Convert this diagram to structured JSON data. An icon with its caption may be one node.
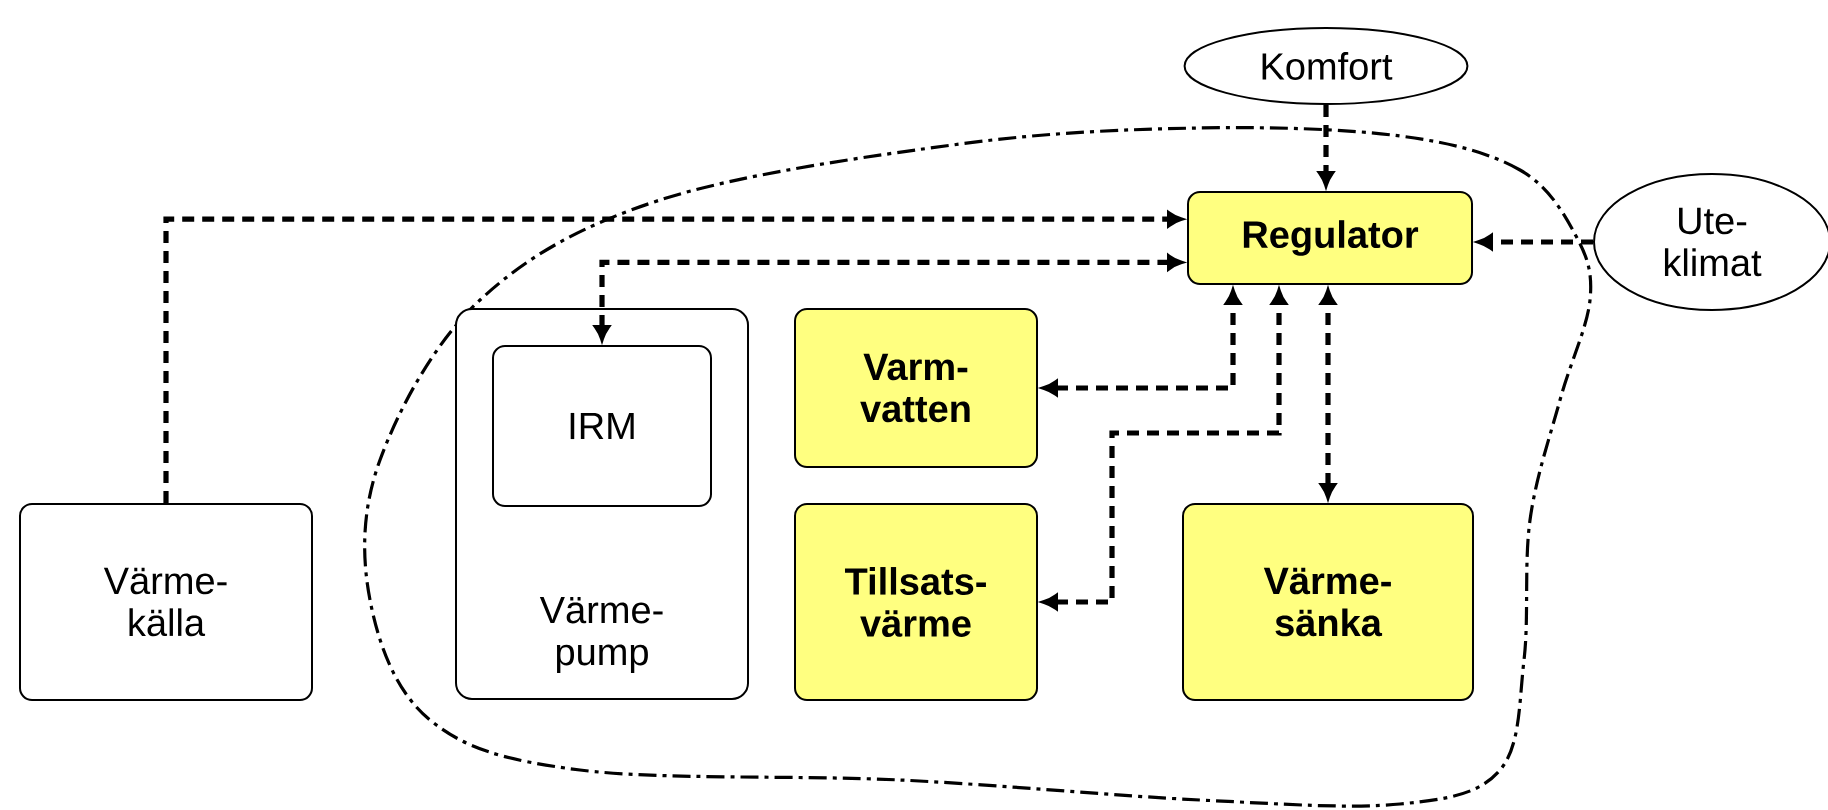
{
  "diagram": {
    "nodes": [
      {
        "text": [
          "Komfort"
        ]
      },
      {
        "text": [
          "Ute- klimat"
        ]
      },
      {
        "text": [
          "Regulator"
        ]
      },
      {
        "text": [
          "Värme- källa"
        ]
      },
      {
        "text": [
          "Värme- pump"
        ]
      },
      {
        "text": [
          "IRM"
        ],
        "in": 4
      },
      {
        "text": [
          "Varm- vatten"
        ]
      },
      {
        "text": [
          "Tillsats- värme"
        ]
      },
      {
        "text": [
          "Värme- sänka"
        ]
      }
    ],
    "edges": [
      {
        "from": 0,
        "to": 2,
        "arrow": "to"
      },
      {
        "from": 3,
        "to": 2,
        "arrow": "to"
      },
      {
        "from": 5,
        "to": 2,
        "arrow": "both"
      },
      {
        "from": 6,
        "to": 2,
        "arrow": "both"
      },
      {
        "from": 7,
        "to": 2,
        "arrow": "both"
      },
      {
        "from": 8,
        "to": 2,
        "arrow": "both"
      },
      {
        "from": 1,
        "to": 2,
        "arrow": "to"
      }
    ]
  }
}
